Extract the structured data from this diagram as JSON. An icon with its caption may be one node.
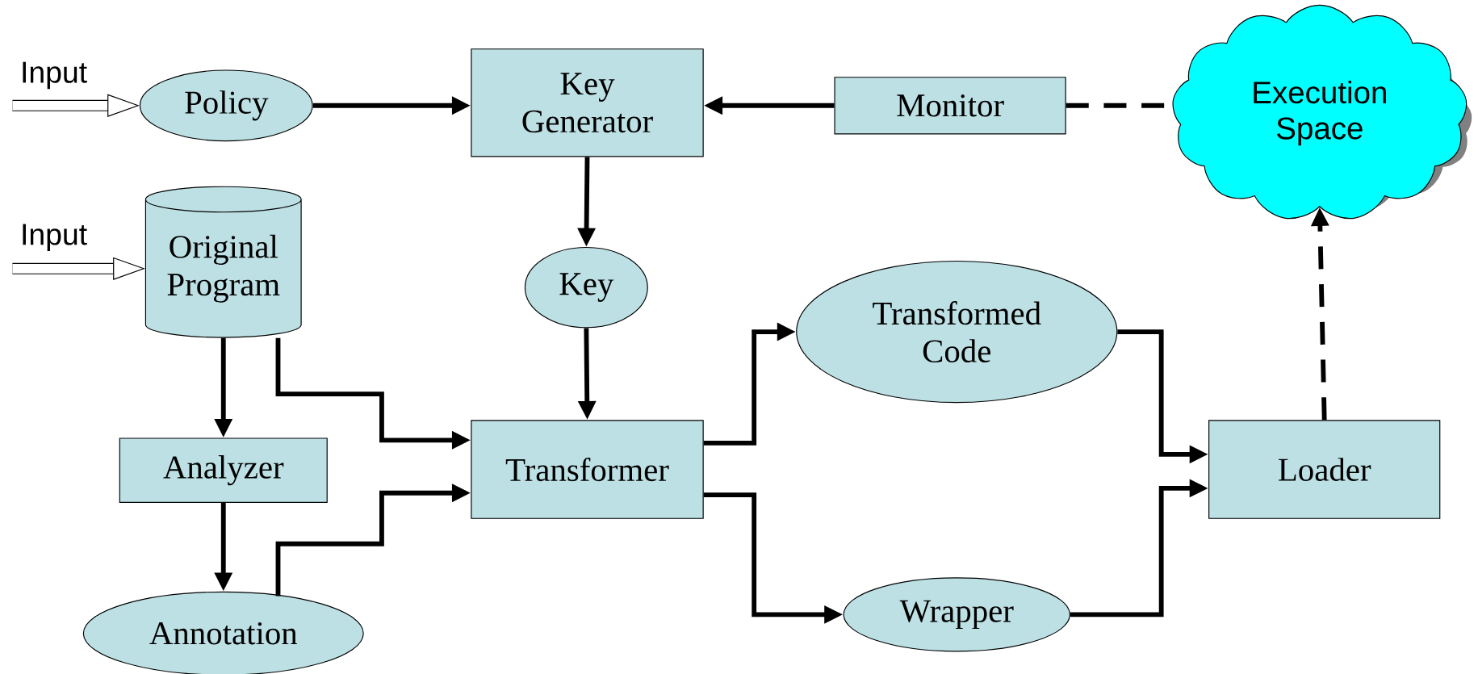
{
  "diagram": {
    "nodes": [
      {
        "text": [
          "Input"
        ]
      },
      {
        "text": [
          "Policy"
        ]
      },
      {
        "text": [
          "Key Generator"
        ]
      },
      {
        "text": [
          "Monitor"
        ]
      },
      {
        "text": [
          "Execution Space"
        ]
      },
      {
        "text": [
          "Input"
        ]
      },
      {
        "text": [
          "Original Program"
        ]
      },
      {
        "text": [
          "Key"
        ]
      },
      {
        "text": [
          "Transformed Code"
        ]
      },
      {
        "text": [
          "Analyzer"
        ]
      },
      {
        "text": [
          "Transformer"
        ]
      },
      {
        "text": [
          "Loader"
        ]
      },
      {
        "text": [
          "Annotation"
        ]
      },
      {
        "text": [
          "Wrapper"
        ]
      }
    ],
    "edges": [
      {
        "from": 0,
        "to": 1,
        "arrow": "to",
        "style": "thick"
      },
      {
        "from": 1,
        "to": 2,
        "arrow": "to"
      },
      {
        "from": 3,
        "to": 2,
        "arrow": "to"
      },
      {
        "from": 3,
        "to": 4,
        "arrow": "none",
        "style": "dashed"
      },
      {
        "from": 5,
        "to": 6,
        "arrow": "to",
        "style": "thick"
      },
      {
        "from": 2,
        "to": 7,
        "arrow": "to"
      },
      {
        "from": 7,
        "to": 10,
        "arrow": "to"
      },
      {
        "from": 6,
        "to": 10,
        "arrow": "to"
      },
      {
        "from": 6,
        "to": 9,
        "arrow": "to"
      },
      {
        "from": 9,
        "to": 12,
        "arrow": "to"
      },
      {
        "from": 12,
        "to": 10,
        "arrow": "to"
      },
      {
        "from": 10,
        "to": 8,
        "arrow": "to"
      },
      {
        "from": 10,
        "to": 13,
        "arrow": "to"
      },
      {
        "from": 8,
        "to": 11,
        "arrow": "to"
      },
      {
        "from": 13,
        "to": 11,
        "arrow": "to"
      },
      {
        "from": 11,
        "to": 4,
        "arrow": "to",
        "style": "dashed"
      }
    ]
  }
}
